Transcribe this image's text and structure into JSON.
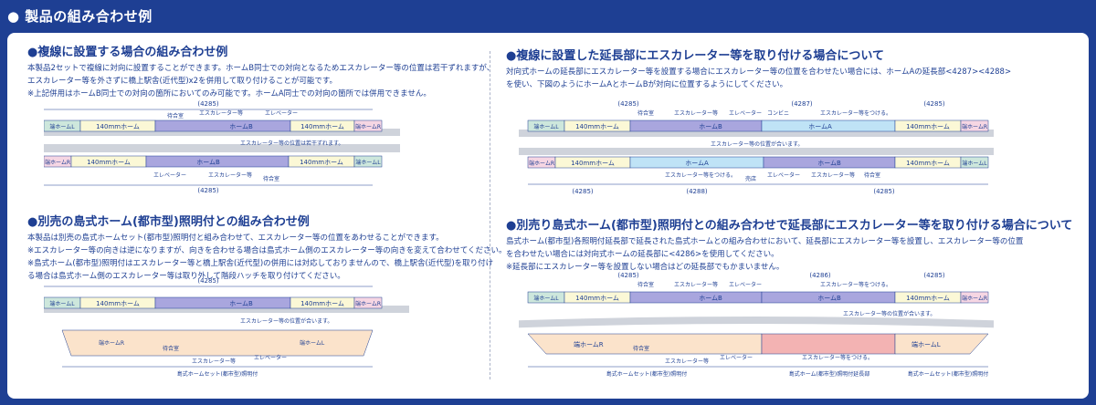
{
  "header": {
    "title": "● 製品の組み合わせ例"
  },
  "sections": {
    "s1": {
      "title": "●複線に設置する場合の組み合わせ例",
      "lines": [
        "本製品2セットで複線に対向に設置することができます。ホームB同士での対向となるためエスカレーター等の位置は若干ずれますが、",
        "エスカレーター等を外さずに橋上駅舎(近代型)x2を併用して取り付けることが可能です。",
        "※上記併用はホームB同士での対向の箇所においてのみ可能です。ホームA同士での対向の箇所では併用できません。"
      ]
    },
    "s2": {
      "title": "●別売の島式ホーム(都市型)照明付との組み合わせ例",
      "lines": [
        "本製品は別売の島式ホームセット(都市型)照明付と組み合わせて、エスカレーター等の位置をあわせることができます。",
        "※エスカレーター等の向きは逆になりますが、向きを合わせる場合は島式ホーム側のエスカレーター等の向きを変えて合わせてください。",
        "※島式ホーム(都市型)照明付はエスカレーター等と橋上駅舎(近代型)の併用には対応しておりませんので、橋上駅舎(近代型)を取り付け",
        "   る場合は島式ホーム側のエスカレーター等は取り外して階段ハッチを取り付けてください。"
      ]
    },
    "s3": {
      "title": "●複線に設置した延長部にエスカレーター等を取り付ける場合について",
      "lines": [
        "対向式ホームの延長部にエスカレーター等を設置する場合にエスカレーター等の位置を合わせたい場合には、ホームAの延長部<4287><4288>",
        "を使い、下図のようにホームAとホームBが対向に位置するようにしてください。"
      ]
    },
    "s4": {
      "title": "●別売り島式ホーム(都市型)照明付との組み合わせで延長部にエスカレーター等を取り付ける場合について",
      "lines": [
        "島式ホーム(都市型)各照明付延長部で延長された島式ホームとの組み合わせにおいて、延長部にエスカレーター等を設置し、エスカレーター等の位置",
        "を合わせたい場合には対向式ホームの延長部に<4286>を使用してください。",
        "※延長部にエスカレーター等を設置しない場合はどの延長部でもかまいません。"
      ]
    }
  },
  "diagram_labels": {
    "end_l": "端ホームL",
    "end_r": "端ホームR",
    "p140": "140mmホーム",
    "home_a": "ホームA",
    "home_b": "ホームB",
    "waiting": "待合室",
    "escalator": "エスカレーター等",
    "escalator_attach": "エスカレーター等をつける。",
    "elevator": "エレベーター",
    "conveni": "コンビニ",
    "kiosk": "売店",
    "p4285": "(4285)",
    "p4286": "(4286)",
    "p4287": "(4287)",
    "p4288": "(4288)",
    "note_shift": "エスカレーター等の位置は若干ずれます。",
    "note_align": "エスカレーター等の位置が合います。",
    "island_set": "島式ホームセット(都市型)照明付",
    "island_ext": "島式ホーム(都市型)照明付延長部"
  },
  "colors": {
    "brand": "#1e3f93",
    "home_b": "#a9a6de",
    "home_a": "#bfe3f6",
    "p140": "#fbf8d6",
    "end_l": "#cde7dc",
    "end_r": "#f6d6e3",
    "island": "#fbe3cb",
    "island_pink": "#f3b3b3",
    "rail": "#cfd3db"
  }
}
